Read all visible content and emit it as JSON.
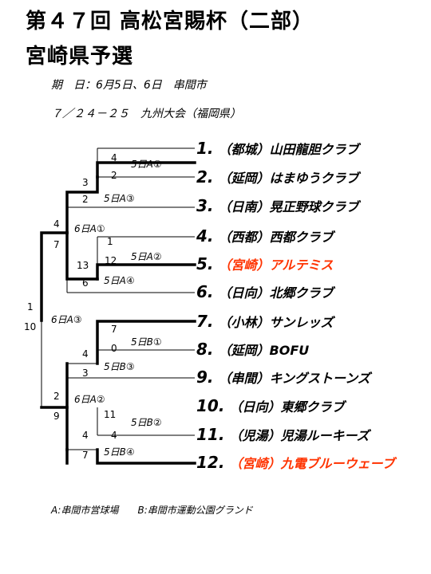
{
  "title_line1": "第４７回 高松宮賜杯（二部）",
  "title_line2": "宮崎県予選",
  "info_dates": "期　日：6月5日、6日　串間市",
  "info_kyushu": "７／２４－２５　九州大会（福岡県）",
  "teams": [
    {
      "num": "1.",
      "name": "（都城）山田龍胆クラブ"
    },
    {
      "num": "2.",
      "name": "（延岡）はまゆうクラブ"
    },
    {
      "num": "3.",
      "name": "（日南）晃正野球クラブ"
    },
    {
      "num": "4.",
      "name": "（西都）西都クラブ"
    },
    {
      "num": "5.",
      "name": "（宮崎）アルテミス"
    },
    {
      "num": "6.",
      "name": "（日向）北郷クラブ"
    },
    {
      "num": "7.",
      "name": "（小林）サンレッズ"
    },
    {
      "num": "8.",
      "name": "（延岡）BOFU"
    },
    {
      "num": "9.",
      "name": "（串間）キングストーンズ"
    },
    {
      "num": "10.",
      "name": "（日向）東郷クラブ"
    },
    {
      "num": "11.",
      "name": "（児湯）児湯ルーキーズ"
    },
    {
      "num": "12.",
      "name": "（宮崎）九電ブルーウェーブ"
    }
  ],
  "matches": {
    "m1": {
      "label": "5日A①",
      "top": "4",
      "bottom": "2"
    },
    "m2": {
      "label": "5日A③",
      "top": "3",
      "bottom": "2"
    },
    "m3": {
      "label": "5日A②",
      "top": "1",
      "bottom": "12"
    },
    "m4": {
      "label": "5日A④",
      "top": "13",
      "bottom": "6"
    },
    "m5": {
      "label": "5日B①",
      "top": "7",
      "bottom": "0"
    },
    "m6": {
      "label": "5日B③",
      "top": "4",
      "bottom": "3"
    },
    "m7": {
      "label": "5日B②",
      "top": "11",
      "bottom": "4"
    },
    "m8": {
      "label": "5日B④",
      "top": "4",
      "bottom": "7"
    },
    "semi1": {
      "label": "6日A①",
      "top": "4",
      "bottom": "7"
    },
    "semi2": {
      "label": "6日A②",
      "top": "2",
      "bottom": "9"
    },
    "final": {
      "label": "6日A③",
      "top": "1",
      "bottom": "10"
    }
  },
  "footer": "A:串間市営球場　　B:串間市運動公園グランド",
  "colors": {
    "highlight": "#ff3300",
    "line": "#000000"
  }
}
